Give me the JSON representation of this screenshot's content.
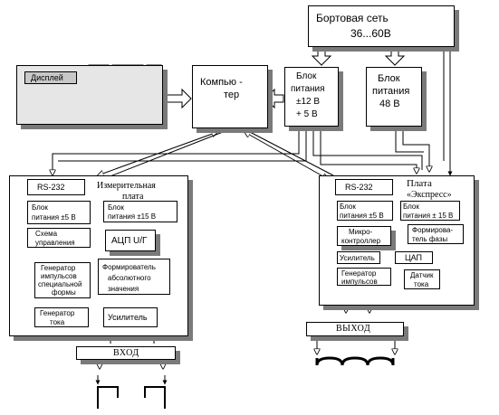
{
  "onboard_network": {
    "title": "Бортовая сеть",
    "voltage": "36...60В"
  },
  "display": {
    "label": "Дисплей"
  },
  "computer": {
    "line1": "Компью -",
    "line2": "тер"
  },
  "psu_12": {
    "line1": "Блок",
    "line2": "питания",
    "line3": "±12 В",
    "line4": "+ 5 В"
  },
  "psu_48": {
    "line1": "Блок",
    "line2": "питания",
    "line3": "48 В"
  },
  "measuring_board": {
    "title_line1": "Измерительная",
    "title_line2": "плата",
    "rs232": "RS-232",
    "psu5_line1": "Блок",
    "psu5_line2": "питания ±5 В",
    "psu15_line1": "Блок",
    "psu15_line2": "питания ±15 В",
    "control_line1": "Схема",
    "control_line2": "управления",
    "adc": "АЦП U/Г",
    "pulse_gen_line1": "Генератор",
    "pulse_gen_line2": "импульсов",
    "pulse_gen_line3": "специальной",
    "pulse_gen_line4": "формы",
    "shaper_line1": "Формирователь",
    "shaper_line2": "абсолютного",
    "shaper_line3": "значения",
    "current_gen_line1": "Генератор",
    "current_gen_line2": "тока",
    "amplifier": "Усилитель"
  },
  "express_board": {
    "title_line1": "Плата",
    "title_line2": "«Экспресс»",
    "rs232": "RS-232",
    "psu5_line1": "Блок",
    "psu5_line2": "питания ±5 В",
    "psu15_line1": "Блок",
    "psu15_line2": "питания ± 15 В",
    "mcu_line1": "Микро-",
    "mcu_line2": "контроллер",
    "phase_line1": "Формирова-",
    "phase_line2": "тель фазы",
    "amplifier": "Усилитель",
    "dac": "ЦАП",
    "pulse_gen_line1": "Генератор",
    "pulse_gen_line2": "импульсов",
    "sensor_line1": "Датчик",
    "sensor_line2": "тока"
  },
  "input_bus": {
    "label": "ВХОД"
  },
  "output_bus": {
    "label": "ВЫХОД"
  },
  "colors": {
    "line": "#000000",
    "shadow": "#7a7a7a",
    "display_face": "#c8c8c8"
  }
}
